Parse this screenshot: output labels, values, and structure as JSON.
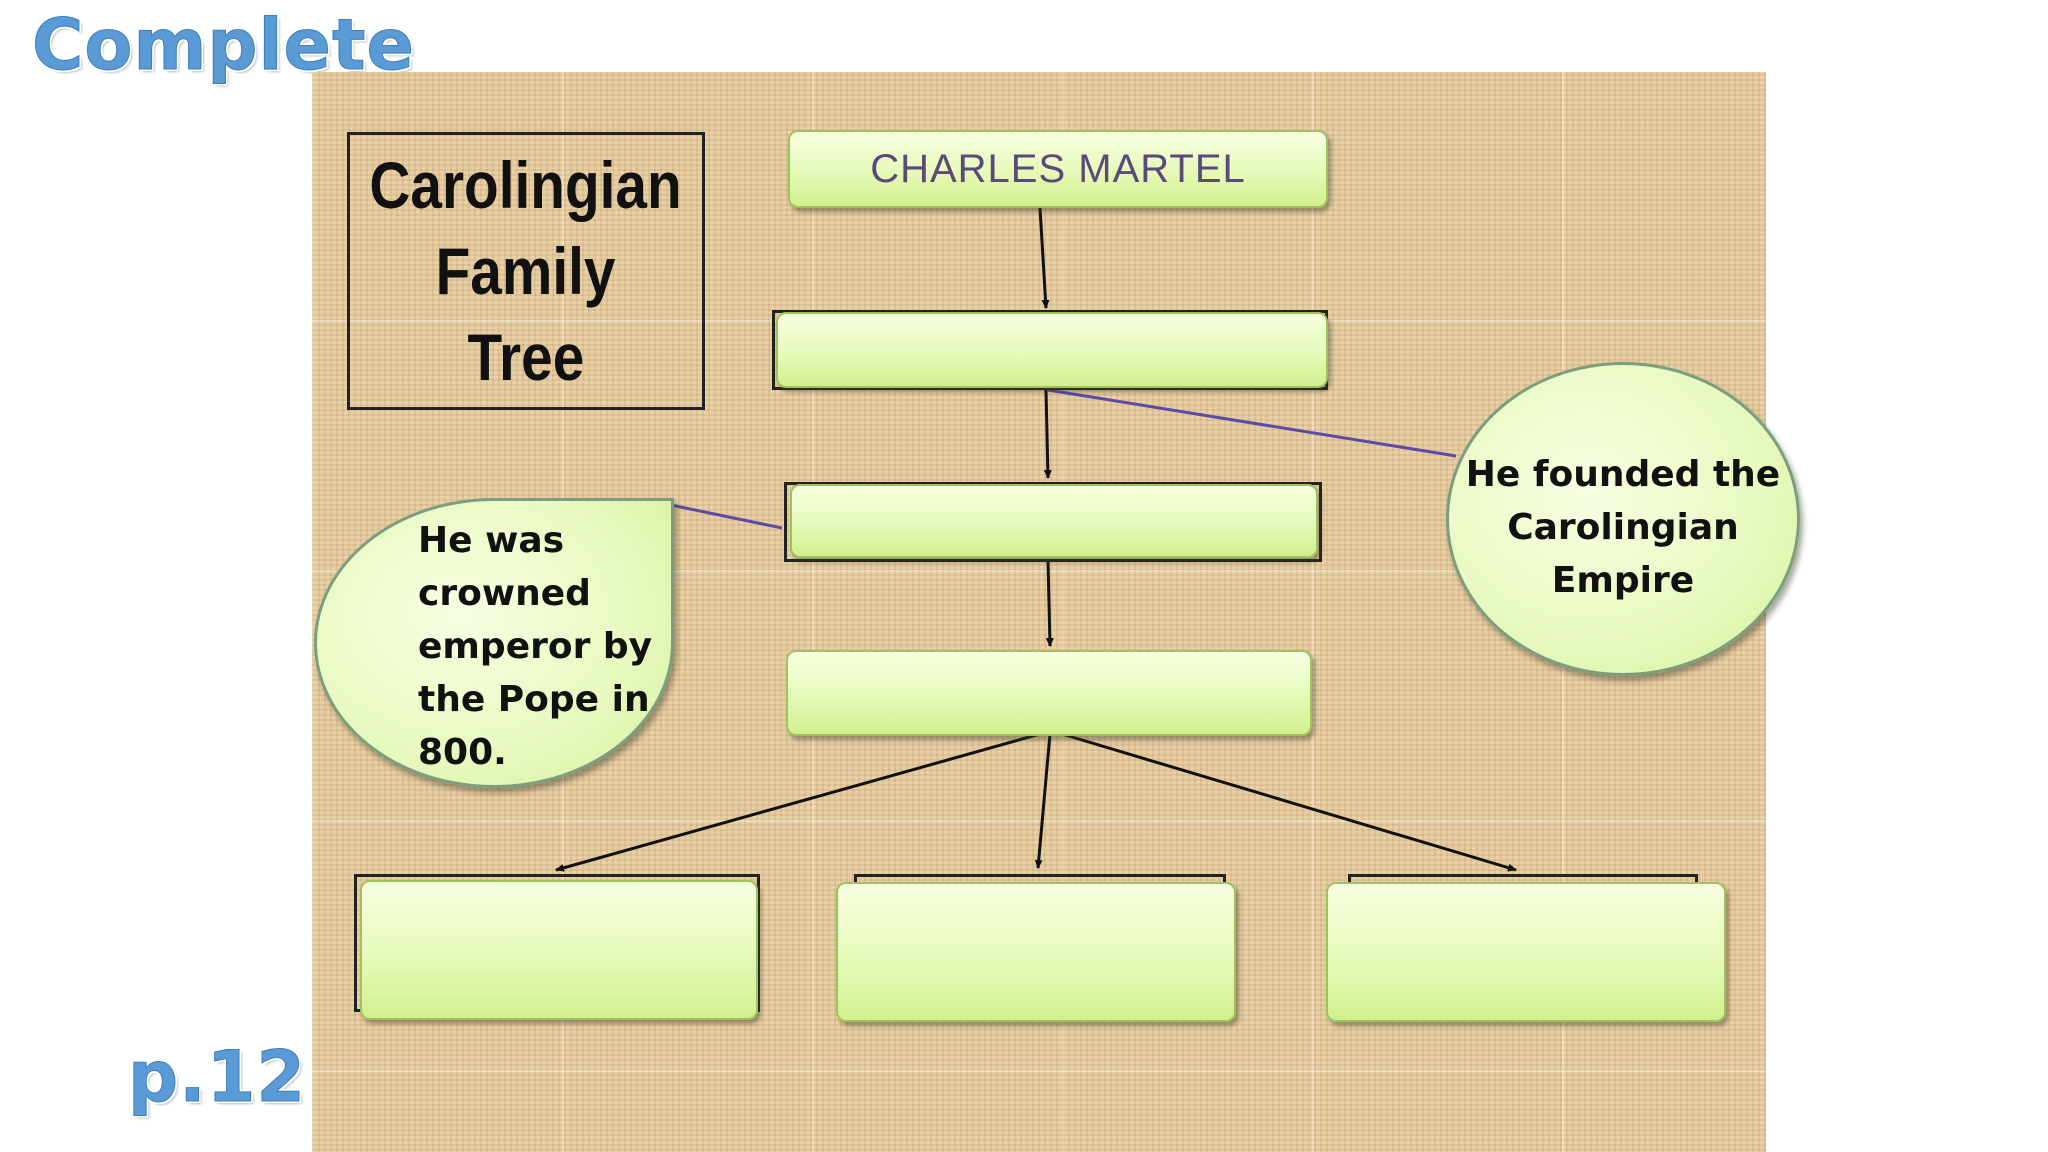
{
  "slide": {
    "heading": "Complete",
    "page_ref": "p.12"
  },
  "diagram": {
    "title_lines": [
      "Carolingian",
      "Family",
      "Tree"
    ],
    "nodes": {
      "root": "CHARLES MARTEL",
      "gen2": "",
      "gen3": "",
      "gen4": "",
      "child_left": "",
      "child_middle": "",
      "child_right": ""
    },
    "bubbles": {
      "left_lines": [
        "He was",
        "crowned",
        "emperor by",
        "the Pope in",
        "800."
      ],
      "right_lines": [
        "He founded the",
        "Carolingian",
        "Empire"
      ]
    }
  },
  "colors": {
    "heading_blue": "#5b9bd5",
    "node_green": "#e6f9b8",
    "parchment": "#e3c79a",
    "callout_line": "#5b4aa8"
  }
}
